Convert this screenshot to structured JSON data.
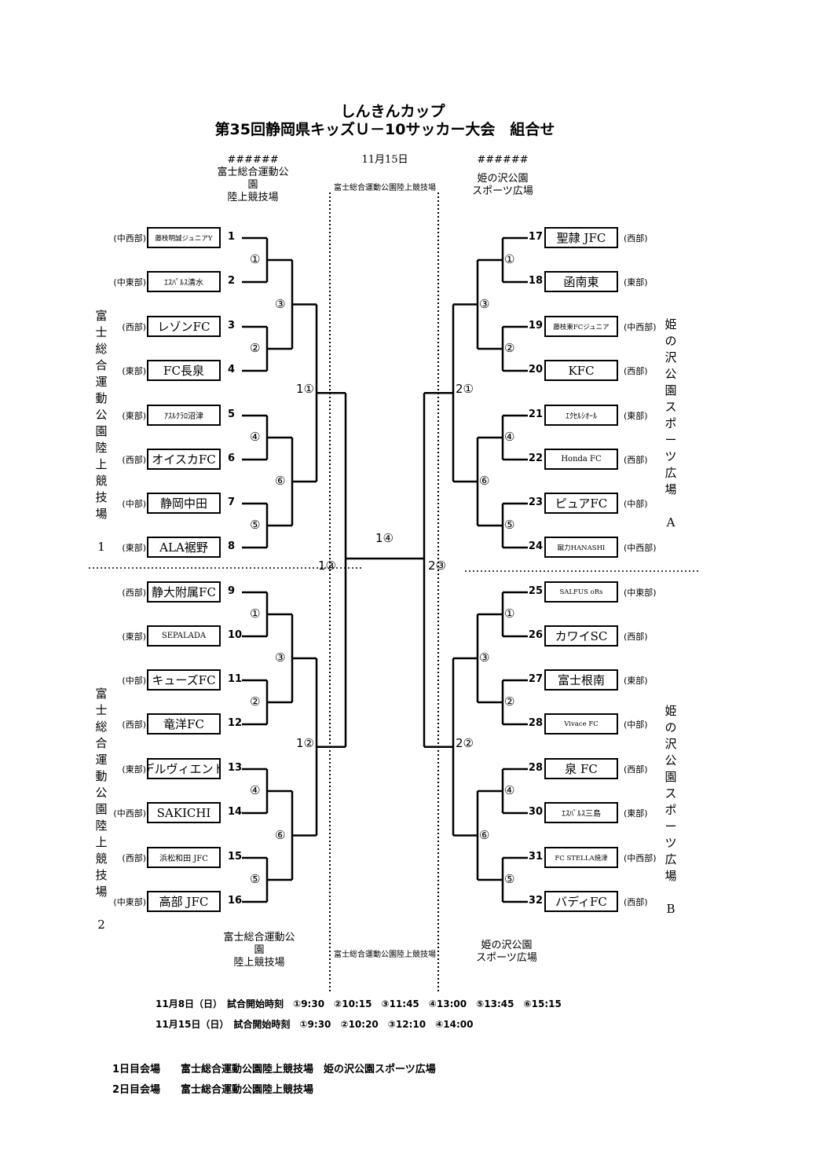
{
  "title": {
    "line1": "しんきんカップ",
    "line2": "第35回静岡県キッズＵ－10サッカー大会　組合せ"
  },
  "header": {
    "left_date": "######",
    "left_venue_lines": [
      "富士総合運動公",
      "園",
      "陸上競技場"
    ],
    "center_date": "11月15日",
    "center_venue": "富士総合運動公園陸上競技場",
    "right_date": "######",
    "right_venue_lines": [
      "姫の沢公園",
      "スポーツ広場"
    ]
  },
  "footer_venues": {
    "left_lines": [
      "富士総合運動公",
      "園",
      "陸上競技場"
    ],
    "center": "富士総合運動公園陸上競技場",
    "right_lines": [
      "姫の沢公園",
      "スポーツ広場"
    ]
  },
  "side_labels": {
    "left_top": [
      "富",
      "士",
      "総",
      "合",
      "運",
      "動",
      "公",
      "園",
      "陸",
      "上",
      "競",
      "技",
      "場",
      "",
      "1"
    ],
    "left_bottom": [
      "富",
      "士",
      "総",
      "合",
      "運",
      "動",
      "公",
      "園",
      "陸",
      "上",
      "競",
      "技",
      "場",
      "",
      "2"
    ],
    "right_top": [
      "姫",
      "の",
      "沢",
      "公",
      "園",
      "ス",
      "ポ",
      "ー",
      "ツ",
      "広",
      "場",
      "",
      "A"
    ],
    "right_bottom": [
      "姫",
      "の",
      "沢",
      "公",
      "園",
      "ス",
      "ポ",
      "ー",
      "ツ",
      "広",
      "場",
      "",
      "B"
    ]
  },
  "teams": [
    {
      "seed": "1",
      "name": "藤枝明誠ジュニアY",
      "region": "(中西部)"
    },
    {
      "seed": "2",
      "name": "ｴｽﾊﾟﾙｽ清水",
      "region": "(中東部)"
    },
    {
      "seed": "3",
      "name": "レゾンFC",
      "region": "(西部)"
    },
    {
      "seed": "4",
      "name": "FC長泉",
      "region": "(東部)"
    },
    {
      "seed": "5",
      "name": "ｱｽﾙｸﾗﾛ沼津",
      "region": "(東部)"
    },
    {
      "seed": "6",
      "name": "オイスカFC",
      "region": "(西部)"
    },
    {
      "seed": "7",
      "name": "静岡中田",
      "region": "(中部)"
    },
    {
      "seed": "8",
      "name": "ALA裾野",
      "region": "(東部)"
    },
    {
      "seed": "9",
      "name": "静大附属FC",
      "region": "(西部)"
    },
    {
      "seed": "10",
      "name": "SEPALADA",
      "region": "(東部)"
    },
    {
      "seed": "11",
      "name": "キューズFC",
      "region": "(中部)"
    },
    {
      "seed": "12",
      "name": "竜洋FC",
      "region": "(西部)"
    },
    {
      "seed": "13",
      "name": "デルヴィエント",
      "region": "(東部)"
    },
    {
      "seed": "14",
      "name": "SAKICHI",
      "region": "(中西部)"
    },
    {
      "seed": "15",
      "name": "浜松和田 JFC",
      "region": "(西部)"
    },
    {
      "seed": "16",
      "name": "高部 JFC",
      "region": "(中東部)"
    },
    {
      "seed": "17",
      "name": "聖隷 JFC",
      "region": "(西部)"
    },
    {
      "seed": "18",
      "name": "函南東",
      "region": "(東部)"
    },
    {
      "seed": "19",
      "name": "藤枝東FCジュニア",
      "region": "(中西部)"
    },
    {
      "seed": "20",
      "name": "KFC",
      "region": "(西部)"
    },
    {
      "seed": "21",
      "name": "ｴｸｾﾙｼｵｰﾙ",
      "region": "(東部)"
    },
    {
      "seed": "22",
      "name": "Honda FC",
      "region": "(西部)"
    },
    {
      "seed": "23",
      "name": "ピュアFC",
      "region": "(中部)"
    },
    {
      "seed": "24",
      "name": "蹴力HANASHI",
      "region": "(中西部)"
    },
    {
      "seed": "25",
      "name": "SALFUS oRs",
      "region": "(中東部)"
    },
    {
      "seed": "26",
      "name": "カワイSC",
      "region": "(西部)"
    },
    {
      "seed": "27",
      "name": "富士根南",
      "region": "(東部)"
    },
    {
      "seed": "28",
      "name": "Vivace FC",
      "region": "(中部)"
    },
    {
      "seed": "28",
      "name": "泉 FC",
      "region": "(西部)"
    },
    {
      "seed": "30",
      "name": "ｴｽﾊﾟﾙｽ三島",
      "region": "(東部)"
    },
    {
      "seed": "31",
      "name": "FC STELLA焼津",
      "region": "(中西部)"
    },
    {
      "seed": "32",
      "name": "バディFC",
      "region": "(西部)"
    }
  ],
  "match_labels": {
    "group": [
      "①",
      "②",
      "③",
      "④",
      "⑤",
      "⑥"
    ],
    "day2": {
      "m1_left": "1①",
      "m2_left": "1②",
      "m3_left": "1③",
      "m1_right": "2①",
      "m2_right": "2②",
      "m3_right": "2③",
      "final": "1④"
    }
  },
  "schedule": {
    "day1": "11月8日（日）　試合開始時刻　①9:30　②10:15　③11:45　④13:00　⑤13:45　⑥15:15",
    "day2": "11月15日（日）　試合開始時刻　①9:30　②10:20　③12:10　④14:00"
  },
  "venues_summary": {
    "day1": "1日目会場　　富士総合運動公園陸上競技場　姫の沢公園スポーツ広場",
    "day2": "2日目会場　　富士総合運動公園陸上競技場"
  }
}
